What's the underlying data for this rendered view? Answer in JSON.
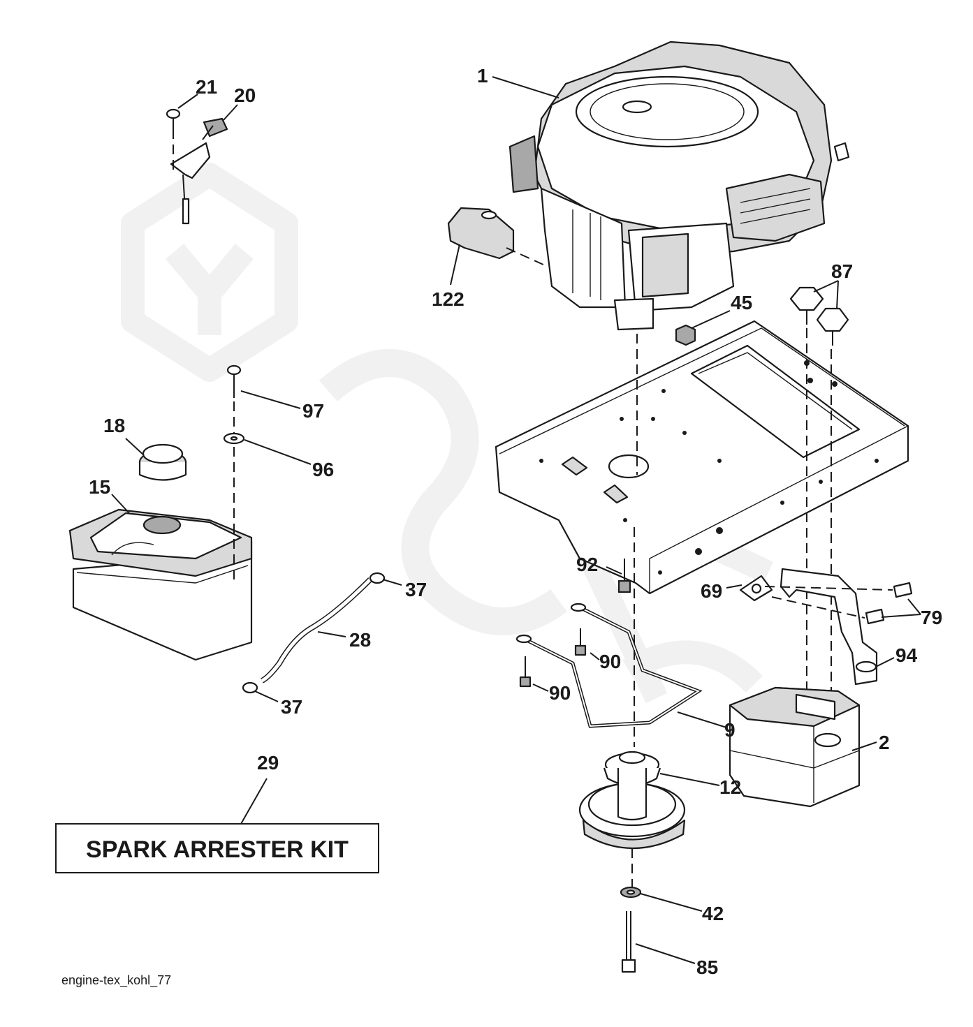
{
  "diagram": {
    "footer_label": "engine-tex_kohl_77",
    "kit_label": "SPARK ARRESTER KIT",
    "callouts": {
      "c1": "1",
      "c2": "2",
      "c9": "9",
      "c12": "12",
      "c15": "15",
      "c18": "18",
      "c20": "20",
      "c21": "21",
      "c28": "28",
      "c29": "29",
      "c37a": "37",
      "c37b": "37",
      "c42": "42",
      "c45": "45",
      "c69": "69",
      "c79": "79",
      "c85": "85",
      "c87": "87",
      "c90a": "90",
      "c90b": "90",
      "c92": "92",
      "c94": "94",
      "c96": "96",
      "c97": "97",
      "c122": "122"
    }
  }
}
